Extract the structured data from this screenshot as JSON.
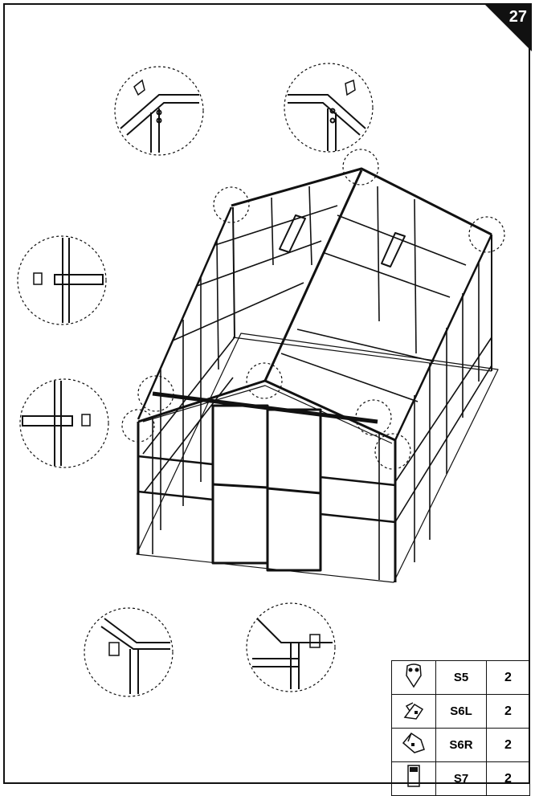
{
  "page": {
    "number": "27"
  },
  "parts": [
    {
      "code": "S5",
      "qty": "2",
      "icon": "s5-hook-icon"
    },
    {
      "code": "S6L",
      "qty": "2",
      "icon": "s6l-bracket-icon"
    },
    {
      "code": "S6R",
      "qty": "2",
      "icon": "s6r-bracket-icon"
    },
    {
      "code": "S7",
      "qty": "2",
      "icon": "s7-clip-icon"
    }
  ],
  "colors": {
    "line": "#111111",
    "background": "#ffffff"
  }
}
